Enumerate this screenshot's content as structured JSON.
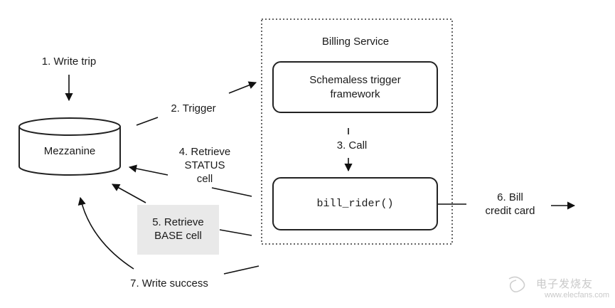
{
  "service": {
    "title": "Billing Service"
  },
  "nodes": {
    "mezzanine": "Mezzanine",
    "trigger_framework": "Schemaless trigger\nframework",
    "bill_rider": "bill_rider()"
  },
  "edges": {
    "write_trip": "1. Write trip",
    "trigger": "2. Trigger",
    "call": "3. Call",
    "retrieve_status": "4. Retrieve\nSTATUS\ncell",
    "retrieve_base": "5. Retrieve\nBASE cell",
    "bill_card": "6. Bill\ncredit card",
    "write_success": "7. Write success"
  },
  "watermark": {
    "text": "电子发烧友",
    "url": "www.elecfans.com"
  }
}
